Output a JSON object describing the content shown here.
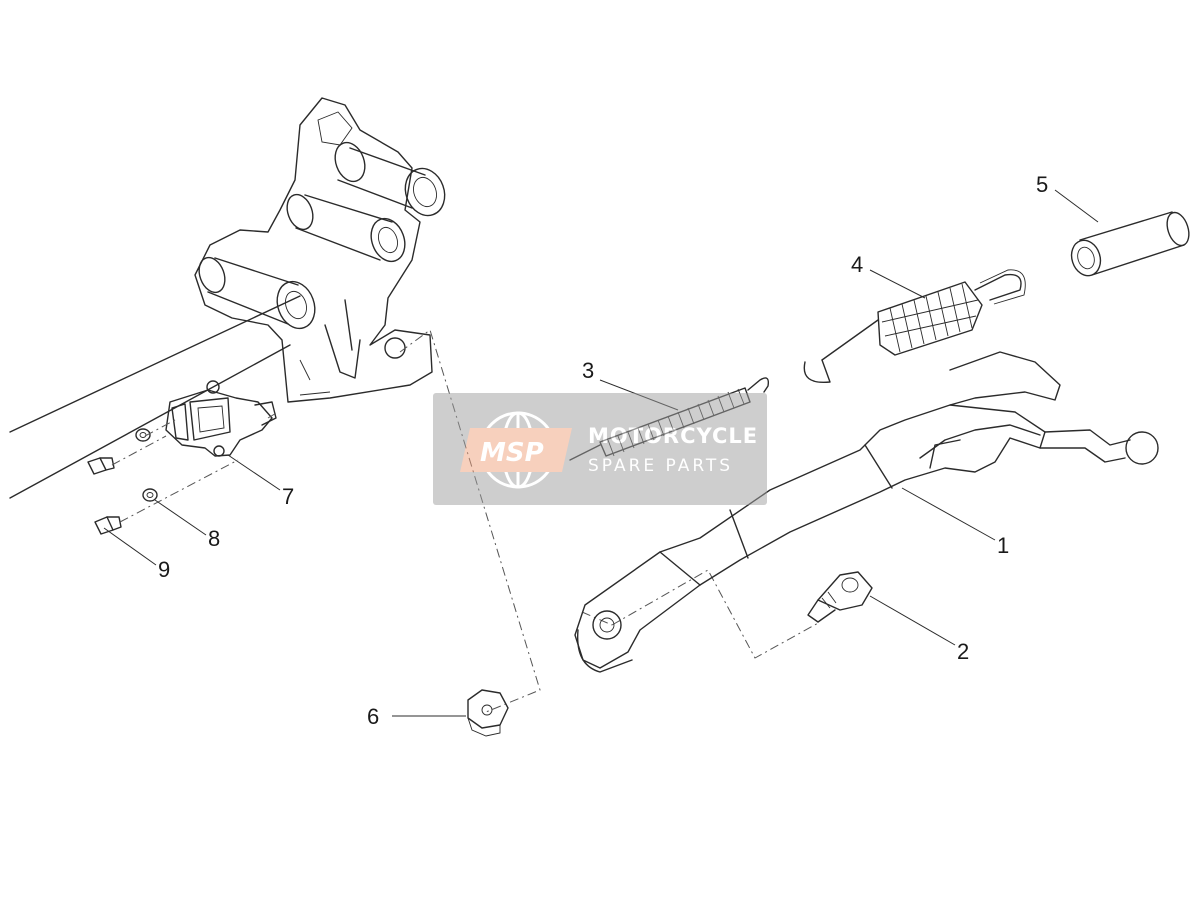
{
  "diagram": {
    "callouts": {
      "c1": "1",
      "c2": "2",
      "c3": "3",
      "c4": "4",
      "c5": "5",
      "c6": "6",
      "c7": "7",
      "c8": "8",
      "c9": "9"
    }
  },
  "watermark": {
    "badge": "MSP",
    "line1": "MOTORCYCLE",
    "line2": "SPARE PARTS",
    "colors": {
      "panel": "#9e9e9e",
      "badge": "#f0a27e",
      "text": "#ffffff"
    }
  }
}
